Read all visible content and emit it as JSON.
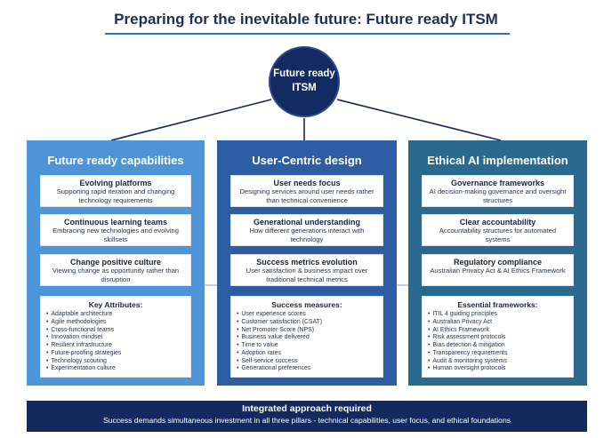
{
  "title": "Preparing for the inevitable future: Future ready ITSM",
  "hub": {
    "line1": "Future ready",
    "line2": "ITSM"
  },
  "pillars": [
    {
      "title": "Future ready capabilities",
      "cards": [
        {
          "title": "Evolving platforms",
          "desc": "Supporting rapid iteration and changing technology requirements"
        },
        {
          "title": "Continuous learning teams",
          "desc": "Embracing new technologies and evolving skillsets"
        },
        {
          "title": "Change positive culture",
          "desc": "Viewing change as opportunity rather than disruption"
        }
      ],
      "list_title": "Key Attributes:",
      "list": [
        "Adaptable architecture",
        "Agile methodologies",
        "Cross-functional teams",
        "Innovation mindset",
        "Resilient infrastructure",
        "Future-proofing strategies",
        "Technology scouting",
        "Experimentation culture"
      ]
    },
    {
      "title": "User-Centric design",
      "cards": [
        {
          "title": "User needs focus",
          "desc": "Designing services around user needs rather than technical convenience"
        },
        {
          "title": "Generational understanding",
          "desc": "How different generations interact with technology"
        },
        {
          "title": "Success metrics evolution",
          "desc": "User satisfaction & business impact over traditional technical metrics"
        }
      ],
      "list_title": "Success measures:",
      "list": [
        "User experience scores",
        "Customer satisfaction (CSAT)",
        "Net Promoter Score (NPS)",
        "Business value delivered",
        "Time to value",
        "Adoption rates",
        "Self-service success",
        "Generational preferences"
      ]
    },
    {
      "title": "Ethical AI implementation",
      "cards": [
        {
          "title": "Governance frameworks",
          "desc": "AI decision-making governance and oversight structures"
        },
        {
          "title": "Clear accountability",
          "desc": "Accountability structures for automated systems"
        },
        {
          "title": "Regulatory compliance",
          "desc": "Australian Privacy Act & AI Ethics Framework"
        }
      ],
      "list_title": "Essential frameworks:",
      "list": [
        "ITIL 4 guiding principles",
        "Australian Privacy Act",
        "AI Ethics Framework",
        "Risk assessment protocols",
        "Bias detection & mitigation",
        "Transparency requirements",
        "Audit & monitoring systems",
        "Human oversight protocols"
      ]
    }
  ],
  "banner": {
    "title": "Integrated approach required",
    "desc": "Success demands simultaneous investment in all three pillars - technical capabilities, user focus, and ethical foundations"
  },
  "colors": {
    "pillar1": "#4e94d8",
    "pillar2": "#2d5da2",
    "pillar3": "#2a6a8f",
    "hub": "#132a63",
    "banner": "#122a5e",
    "accent_rule": "#2f6fc6"
  }
}
